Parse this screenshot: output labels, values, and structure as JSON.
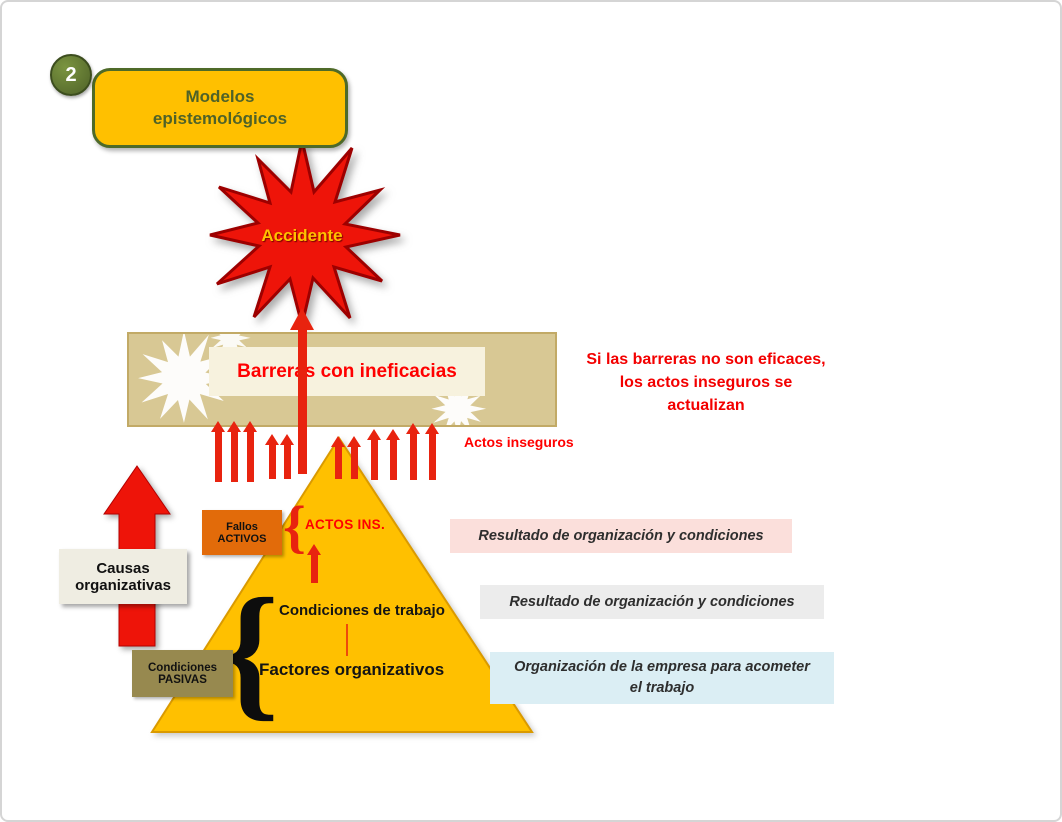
{
  "slide": {
    "badge": "2",
    "title_line1": "Modelos",
    "title_line2": "epistemológicos"
  },
  "diagram": {
    "accident": "Accidente",
    "barriers": "Barreras con ineficacias",
    "unsafe_acts": "Actos inseguros",
    "side_note": "Si las barreras no son eficaces, los actos inseguros se actualizan",
    "fallos_line1": "Fallos",
    "fallos_line2": "ACTIVOS",
    "actos_ins": "ACTOS INS.",
    "brace": "{",
    "causas_line1": "Causas",
    "causas_line2": "organizativas",
    "condiciones_trabajo": "Condiciones de trabajo",
    "factores_organizativos": "Factores organizativos",
    "pasivas_line1": "Condiciones",
    "pasivas_line2": "PASIVAS",
    "result1": "Resultado de organización y condiciones",
    "result2": "Resultado de organización y condiciones",
    "org_empresa": "Organización de la empresa para acometer el trabajo"
  },
  "colors": {
    "gold": "#FFC000",
    "dark_green": "#4F6228",
    "red": "#E8230F",
    "orange": "#E26B0A",
    "khaki": "#97894F",
    "tan_band": "#D8C894",
    "cream": "#F7F2DE",
    "pink_box": "#FBDFDB",
    "gray_box": "#ECECEC",
    "blue_box": "#DBEEF4"
  }
}
